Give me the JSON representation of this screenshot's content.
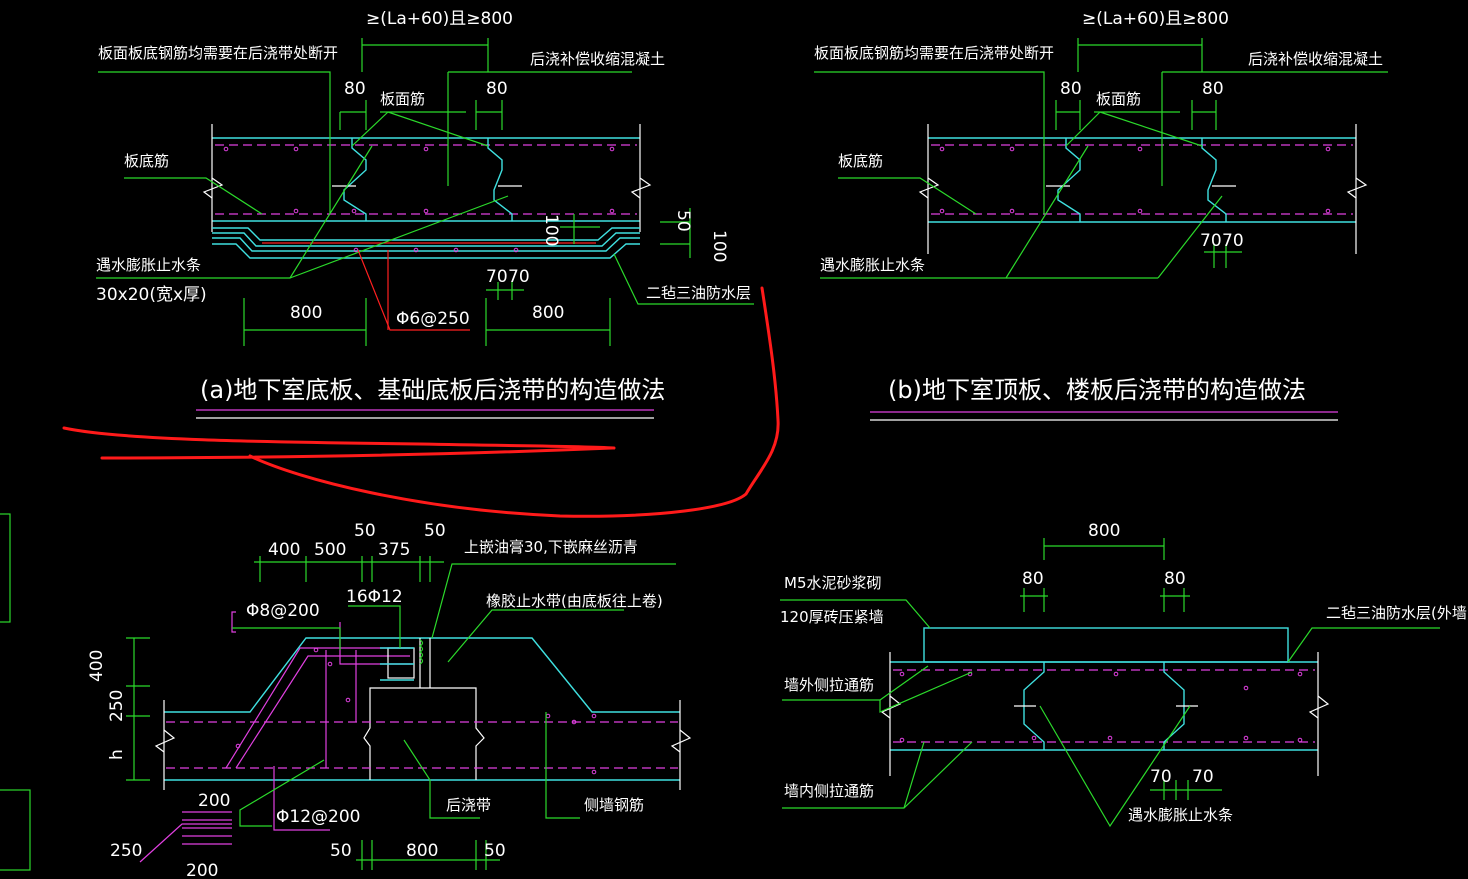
{
  "panel_a": {
    "top_dim": "≥(La+60)且≥800",
    "note_break": "板面板底钢筋均需要在后浇带处断开",
    "note_concrete": "后浇补偿收缩混凝土",
    "d80_left": "80",
    "d80_right": "80",
    "top_bar": "板面筋",
    "bottom_bar": "板底筋",
    "waterstop": "遇水膨胀止水条",
    "waterstop_size": "30x20(宽x厚)",
    "d50": "50",
    "d100a": "100",
    "d100b": "100",
    "d70a": "70",
    "d70b": "70",
    "membrane": "二毡三油防水层",
    "d800_left": "800",
    "d800_right": "800",
    "rebar": "Φ6@250",
    "title": "(a)地下室底板、基础底板后浇带的构造做法"
  },
  "panel_b": {
    "top_dim": "≥(La+60)且≥800",
    "note_break": "板面板底钢筋均需要在后浇带处断开",
    "note_concrete": "后浇补偿收缩混凝土",
    "d80_left": "80",
    "d80_right": "80",
    "top_bar": "板面筋",
    "bottom_bar": "板底筋",
    "d70a": "70",
    "d70b": "70",
    "waterstop": "遇水膨胀止水条",
    "title": "(b)地下室顶板、楼板后浇带的构造做法"
  },
  "panel_c": {
    "d400": "400",
    "d500": "500",
    "d50a": "50",
    "d375": "375",
    "d50b": "50",
    "note_top": "上嵌油膏30,下嵌麻丝沥青",
    "bar_phi8": "Φ8@200",
    "bar_16phi12": "16Φ12",
    "rubber_stop": "橡胶止水带(由底板往上卷)",
    "v400": "400",
    "v250": "250",
    "vh": "h",
    "post_cast": "后浇带",
    "side_bars": "侧墙钢筋",
    "bar_phi12": "Φ12@200",
    "d200a": "200",
    "d250": "250",
    "d200b": "200",
    "b50a": "50",
    "b800": "800",
    "b50b": "50"
  },
  "panel_d": {
    "d800": "800",
    "d80a": "80",
    "d80b": "80",
    "mortar": "M5水泥砂浆砌",
    "brick": "120厚砖压紧墙",
    "membrane": "二毡三油防水层(外墙)",
    "outer_bars": "墙外侧拉通筋",
    "inner_bars": "墙内侧拉通筋",
    "d70a": "70",
    "d70b": "70",
    "waterstop": "遇水膨胀止水条"
  },
  "colors": {
    "background": "#000000",
    "leader": "#2bd92b",
    "concrete_edge": "#3fe0e0",
    "rebar": "#e040e0",
    "markup": "#ff1a1a"
  }
}
